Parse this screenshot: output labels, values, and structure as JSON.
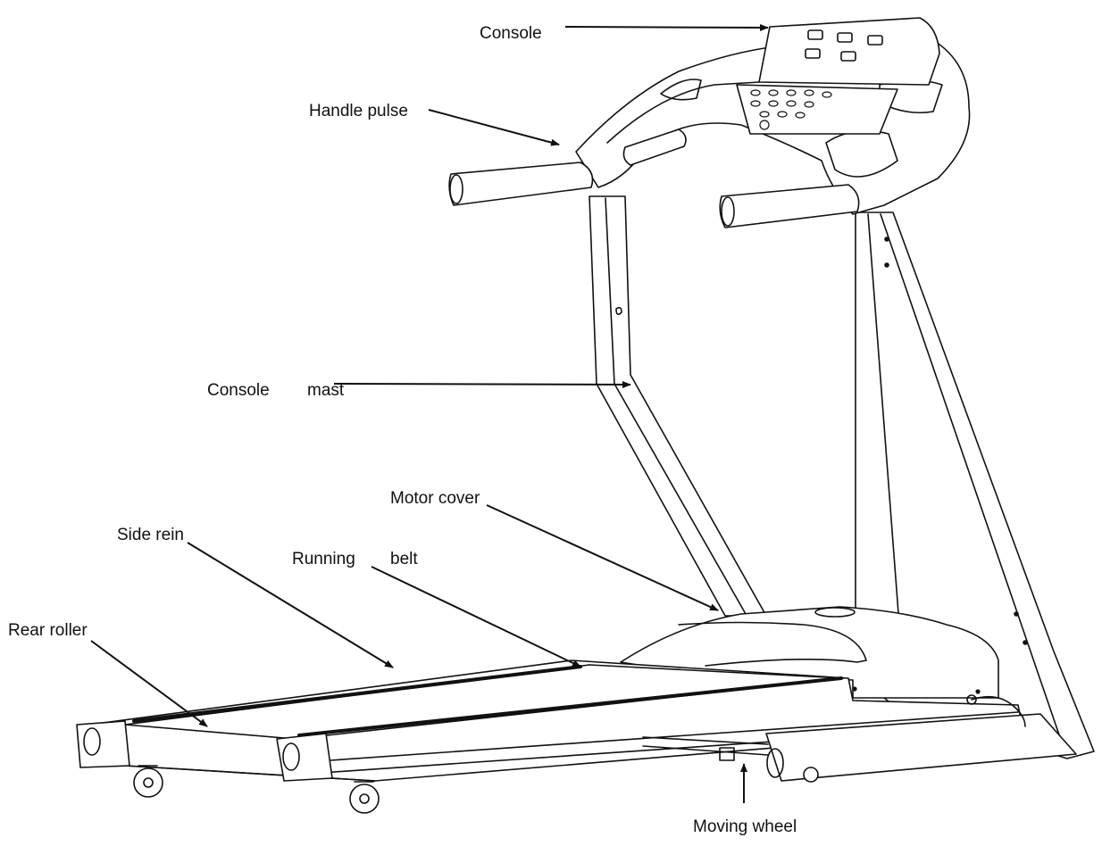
{
  "diagram": {
    "labels": {
      "console": "Console",
      "handle_pulse": "Handle pulse",
      "console_mast_1": "Console",
      "console_mast_2": "mast",
      "motor_cover": "Motor cover",
      "side_rein": "Side rein",
      "running_belt_1": "Running",
      "running_belt_2": "belt",
      "rear_roller": "Rear roller",
      "moving_wheel": "Moving wheel"
    },
    "colors": {
      "line": "#111111",
      "background": "#ffffff"
    }
  }
}
